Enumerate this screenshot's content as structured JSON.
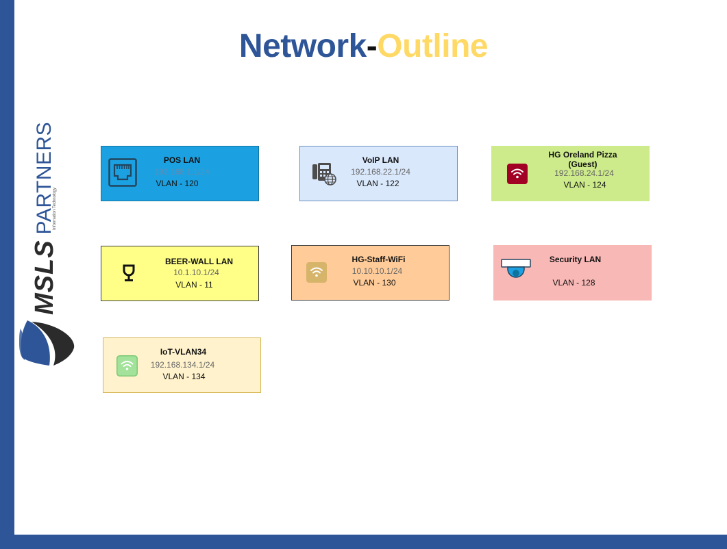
{
  "title": {
    "part1": "Network",
    "separator": "-",
    "part2": "Outline"
  },
  "brand": {
    "name": "MSLS",
    "suffix": "PARTNERS",
    "tagline": "Information Technology"
  },
  "colors": {
    "brand_blue": "#2e5597",
    "accent_yellow": "#ffd966"
  },
  "segments": [
    {
      "name": "POS LAN",
      "ip": "192.168.1.1/24",
      "vlan": "VLAN - 120",
      "icon": "ethernet-port-icon",
      "fill": "#1ba1e2"
    },
    {
      "name": "VoIP LAN",
      "ip": "192.168.22.1/24",
      "vlan": "VLAN - 122",
      "icon": "ip-phone-icon",
      "fill": "#dae8fc"
    },
    {
      "name": "HG Oreland Pizza\n(Guest)",
      "ip": "192.168.24.1/24",
      "vlan": "VLAN - 124",
      "icon": "wifi-icon",
      "fill": "#cdeb8b"
    },
    {
      "name": "BEER-WALL LAN",
      "ip": "10.1.10.1/24",
      "vlan": "VLAN - 11",
      "icon": "glass-icon",
      "fill": "#ffff88"
    },
    {
      "name": "HG-Staff-WiFi",
      "ip": "10.10.10.1/24",
      "vlan": "VLAN - 130",
      "icon": "wifi-icon",
      "fill": "#ffcc99"
    },
    {
      "name": "Security LAN",
      "ip": "",
      "vlan": "VLAN - 128",
      "icon": "security-camera-icon",
      "fill": "#f8b8b6"
    },
    {
      "name": "IoT-VLAN34",
      "ip": "192.168.134.1/24",
      "vlan": "VLAN - 134",
      "icon": "wifi-icon",
      "fill": "#fff2cc"
    }
  ]
}
